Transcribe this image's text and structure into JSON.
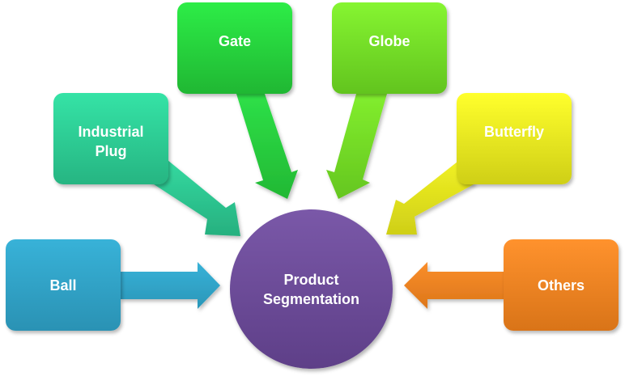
{
  "diagram": {
    "type": "radial-convergence",
    "center": {
      "label_lines": [
        "Product",
        "Segmentation"
      ],
      "color": "#6f4d9c"
    },
    "nodes": [
      {
        "id": "ball",
        "label_lines": [
          "Ball"
        ],
        "color": "#33a6cc",
        "arrow_to": "center"
      },
      {
        "id": "industrial-plug",
        "label_lines": [
          "Industrial",
          "Plug"
        ],
        "color": "#2fcf97",
        "arrow_to": "center"
      },
      {
        "id": "gate",
        "label_lines": [
          "Gate"
        ],
        "color": "#27d43d",
        "arrow_to": "center"
      },
      {
        "id": "globe",
        "label_lines": [
          "Globe"
        ],
        "color": "#76e029",
        "arrow_to": "center"
      },
      {
        "id": "butterfly",
        "label_lines": [
          "Butterfly"
        ],
        "color": "#eaea20",
        "arrow_to": "center"
      },
      {
        "id": "others",
        "label_lines": [
          "Others"
        ],
        "color": "#f08524",
        "arrow_to": "center"
      }
    ]
  }
}
